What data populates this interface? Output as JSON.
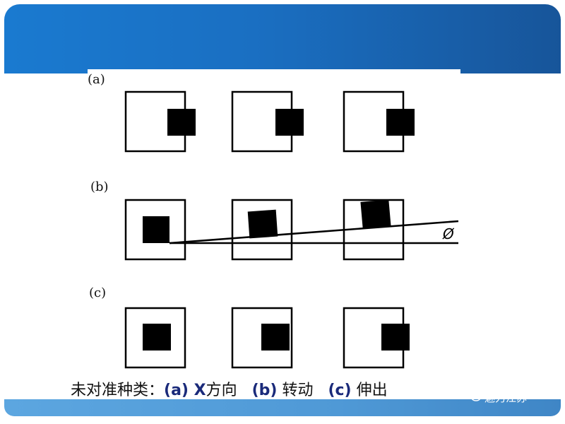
{
  "diagram": {
    "rows": [
      {
        "label": "(a)"
      },
      {
        "label": "(b)"
      },
      {
        "label": "(c)"
      }
    ],
    "angle_symbol": "Ø"
  },
  "caption": {
    "prefix": "未对准种类：",
    "a_key": "(a) X",
    "a_text": "方向",
    "b_key": "(b)",
    "b_text": " 转动",
    "c_key": "(c)",
    "c_text": " 伸出"
  },
  "watermark": {
    "icon": "wechat-icon",
    "text": "魅力江苏"
  },
  "colors": {
    "band_top": "#1a6fc2",
    "band_bottom": "#4f99d6",
    "caption_key": "#1a2a7a"
  }
}
